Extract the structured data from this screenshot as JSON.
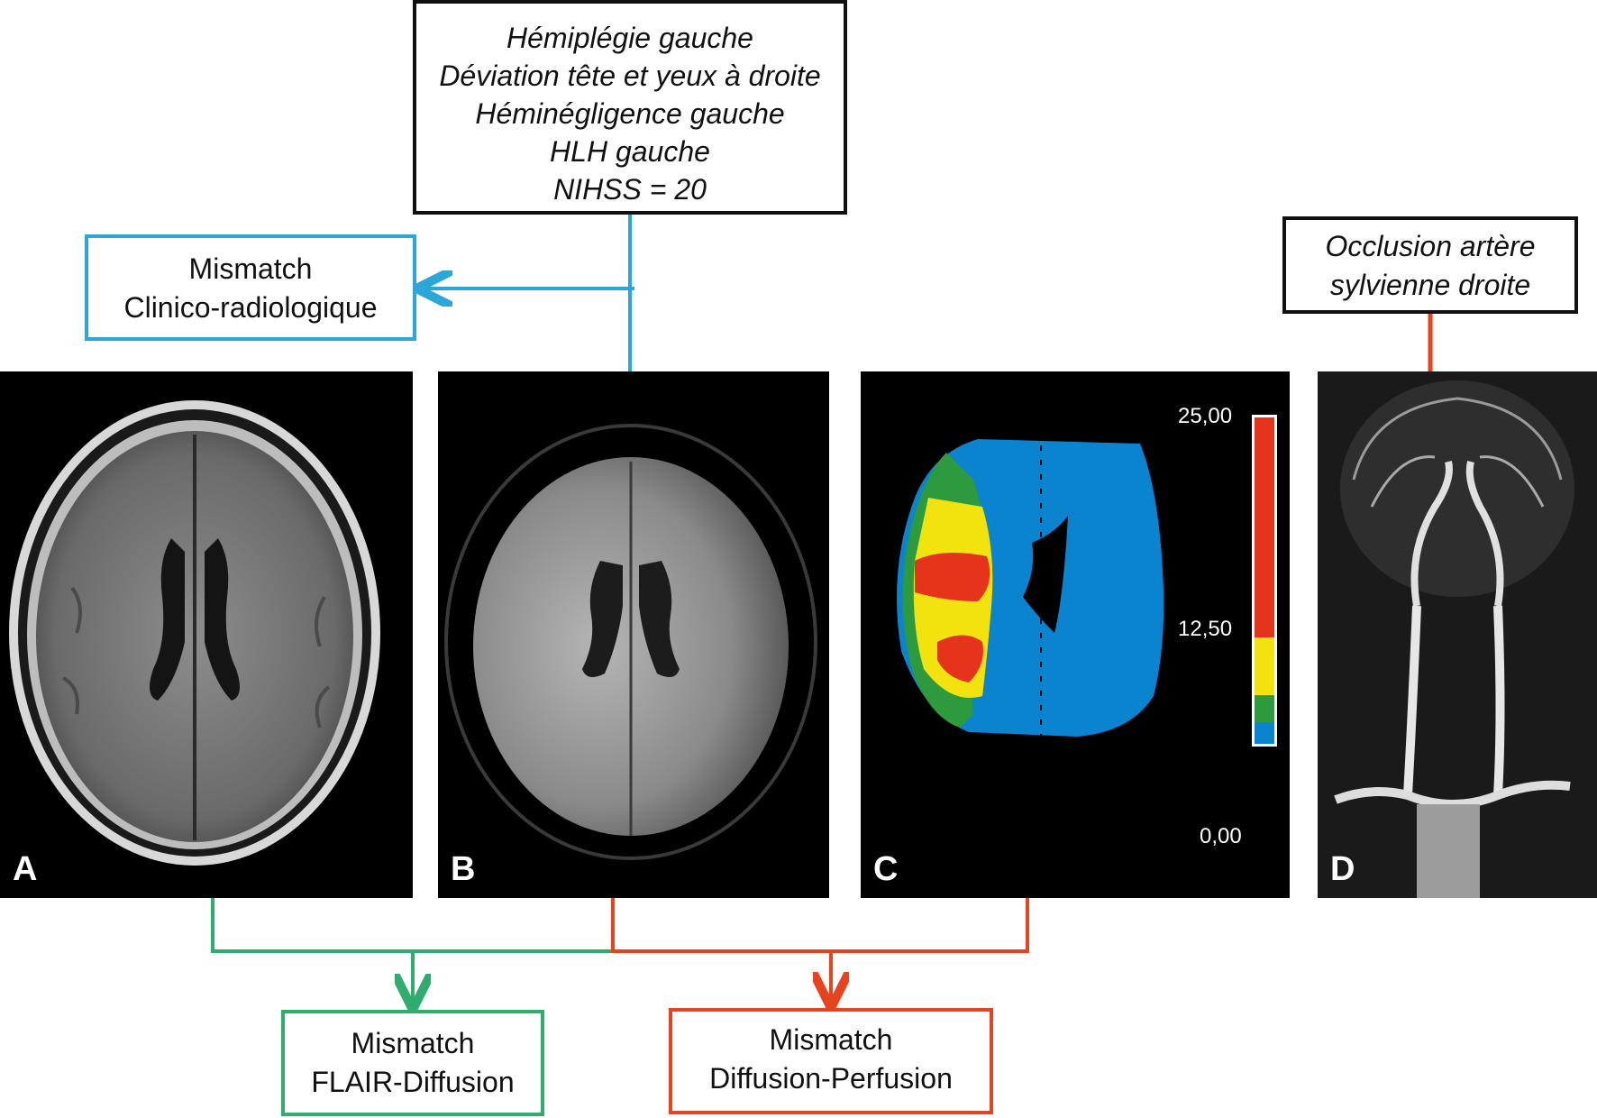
{
  "clinical_box": {
    "lines": [
      "Hémiplégie gauche",
      "Déviation tête et yeux à droite",
      "Héminégligence gauche",
      "HLH gauche",
      "NIHSS = 20"
    ]
  },
  "mismatch_clinico": {
    "line1": "Mismatch",
    "line2": "Clinico-radiologique"
  },
  "occlusion_box": {
    "line1": "Occlusion artère",
    "line2": "sylvienne droite"
  },
  "mismatch_flair": {
    "line1": "Mismatch",
    "line2": "FLAIR-Diffusion"
  },
  "mismatch_perfusion": {
    "line1": "Mismatch",
    "line2": "Diffusion-Perfusion"
  },
  "panels": {
    "a": "A",
    "b": "B",
    "c": "C",
    "d": "D"
  },
  "color_scale": {
    "max": "25,00",
    "mid": "12,50",
    "min": "0,00"
  },
  "colors": {
    "blue": "#2aa6d8",
    "green": "#2fad6f",
    "red": "#e8431f",
    "black": "#111111"
  }
}
